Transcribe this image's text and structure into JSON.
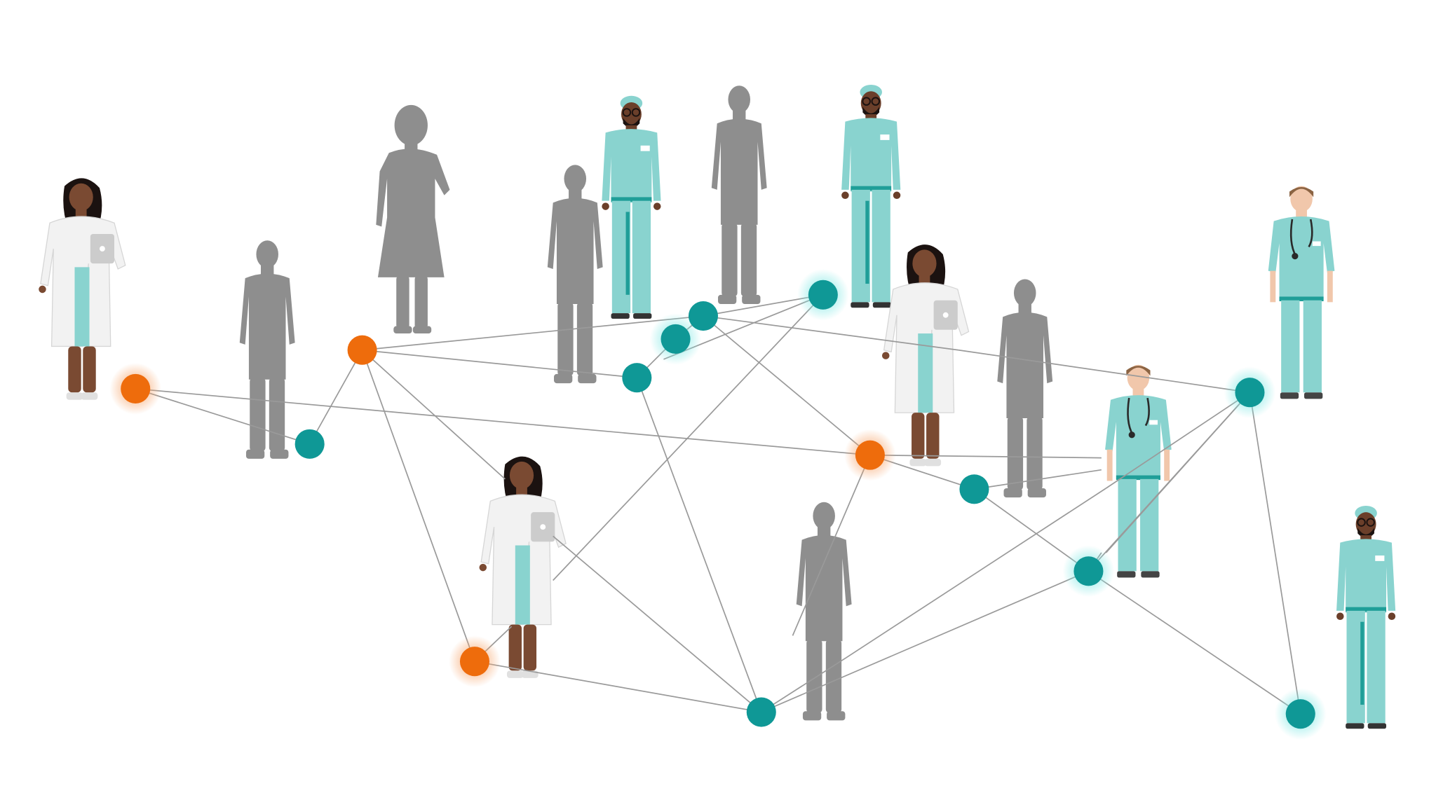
{
  "colors": {
    "background": "#ffffff",
    "edge": "#9a9a9a",
    "silhouette": "#8e8e8e",
    "teal_node": "#0f9896",
    "teal_glow": "#7fe8e4",
    "orange_node": "#ee6c0c",
    "orange_glow": "#f7a46a",
    "scrubs": "#89d3cf",
    "scrubs_dark": "#1f9e98",
    "lab_coat": "#f2f2f2",
    "skin_dark": "#7a4a32",
    "skin_light": "#f1c7ab",
    "hair_dark": "#1b1210",
    "hair_light": "#8c6443"
  },
  "figures": [
    {
      "name": "doctor-female-lab-coat-1",
      "kind": "doctor",
      "highlighted": true
    },
    {
      "name": "person-silhouette-1",
      "kind": "silhouette",
      "highlighted": false
    },
    {
      "name": "person-silhouette-2",
      "kind": "silhouette",
      "highlighted": false
    },
    {
      "name": "person-silhouette-3",
      "kind": "silhouette",
      "highlighted": false
    },
    {
      "name": "surgeon-male-scrubs-1",
      "kind": "surgeon",
      "highlighted": true
    },
    {
      "name": "person-silhouette-4",
      "kind": "silhouette",
      "highlighted": false
    },
    {
      "name": "surgeon-male-scrubs-2",
      "kind": "surgeon",
      "highlighted": true
    },
    {
      "name": "doctor-female-lab-coat-2",
      "kind": "doctor",
      "highlighted": true
    },
    {
      "name": "person-silhouette-5",
      "kind": "silhouette",
      "highlighted": false
    },
    {
      "name": "nurse-stethoscope-1",
      "kind": "nurse",
      "highlighted": true
    },
    {
      "name": "nurse-stethoscope-2",
      "kind": "nurse",
      "highlighted": true
    },
    {
      "name": "doctor-female-lab-coat-3",
      "kind": "doctor",
      "highlighted": true
    },
    {
      "name": "person-silhouette-6",
      "kind": "silhouette",
      "highlighted": false
    },
    {
      "name": "surgeon-male-scrubs-3",
      "kind": "surgeon",
      "highlighted": true
    }
  ],
  "nodes": [
    {
      "name": "node-orange-1",
      "color": "orange",
      "glow": true
    },
    {
      "name": "node-teal-1",
      "color": "teal",
      "glow": false
    },
    {
      "name": "node-orange-2",
      "color": "orange",
      "glow": false
    },
    {
      "name": "node-teal-2",
      "color": "teal",
      "glow": false
    },
    {
      "name": "node-teal-3",
      "color": "teal",
      "glow": true
    },
    {
      "name": "node-teal-4",
      "color": "teal",
      "glow": false
    },
    {
      "name": "node-teal-5",
      "color": "teal",
      "glow": true
    },
    {
      "name": "node-orange-3",
      "color": "orange",
      "glow": true
    },
    {
      "name": "node-teal-6",
      "color": "teal",
      "glow": false
    },
    {
      "name": "node-teal-7",
      "color": "teal",
      "glow": true
    },
    {
      "name": "node-teal-8",
      "color": "teal",
      "glow": true
    },
    {
      "name": "node-orange-4",
      "color": "orange",
      "glow": true
    },
    {
      "name": "node-teal-9",
      "color": "teal",
      "glow": false
    },
    {
      "name": "node-teal-10",
      "color": "teal",
      "glow": true
    }
  ],
  "network": {
    "node_count": 14,
    "edge_count": 33,
    "figure_count": 14
  }
}
